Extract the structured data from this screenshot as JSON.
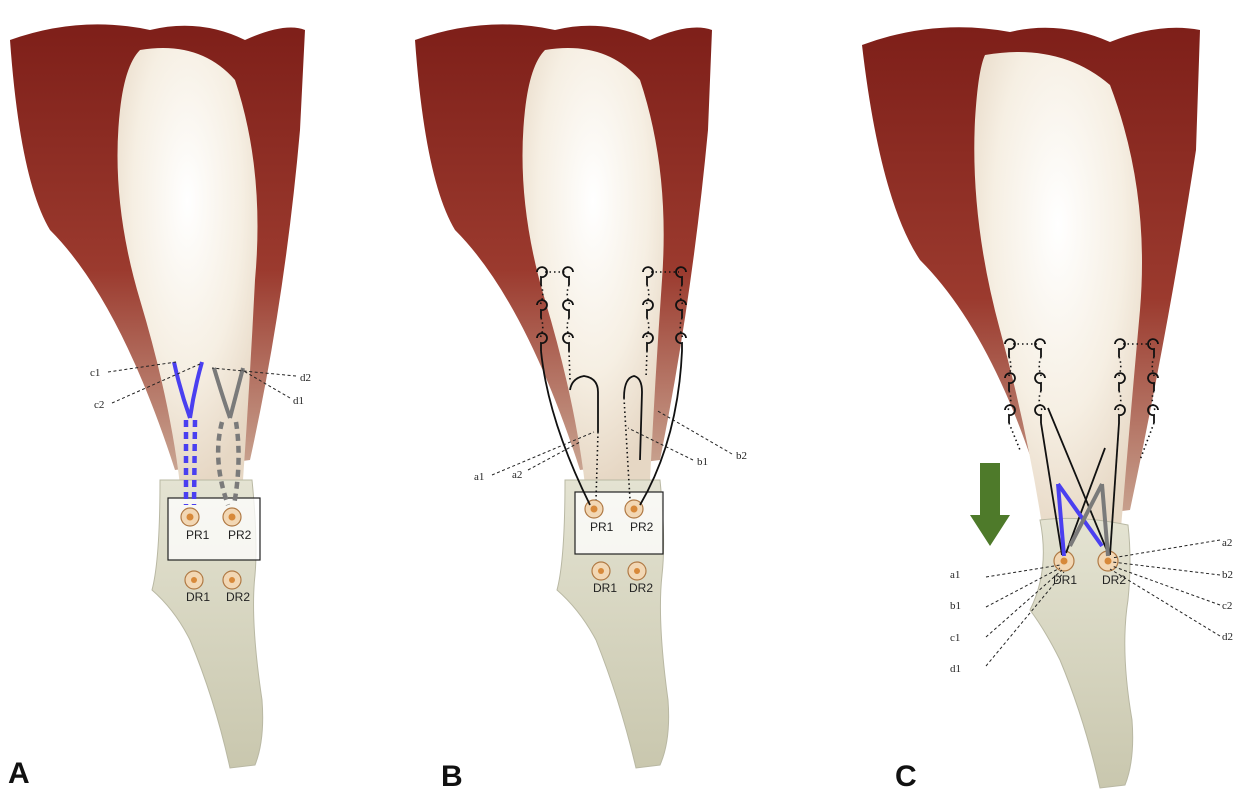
{
  "panels": [
    {
      "letter": "A",
      "anchors_proximal": [
        "PR1",
        "PR2"
      ],
      "anchors_distal": [
        "DR1",
        "DR2"
      ],
      "suture_labels": [
        "c1",
        "c2",
        "d2",
        "d1"
      ]
    },
    {
      "letter": "B",
      "anchors_proximal": [
        "PR1",
        "PR2"
      ],
      "anchors_distal": [
        "DR1",
        "DR2"
      ],
      "suture_labels": [
        "a1",
        "a2",
        "b1",
        "b2"
      ]
    },
    {
      "letter": "C",
      "anchors_distal": [
        "DR1",
        "DR2"
      ],
      "suture_labels_left": [
        "a1",
        "b1",
        "c1",
        "d1"
      ],
      "suture_labels_right": [
        "a2",
        "b2",
        "c2",
        "d2"
      ]
    }
  ],
  "colors": {
    "blue_suture": "#4a3ff0",
    "grey_suture": "#7a7a7a",
    "arrow": "#4e7a2a",
    "muscle": "#8c2a22",
    "tendon": "#f4ede1",
    "bone": "#d6d5c2"
  },
  "icons": {
    "arrow": "down-arrow-icon"
  }
}
